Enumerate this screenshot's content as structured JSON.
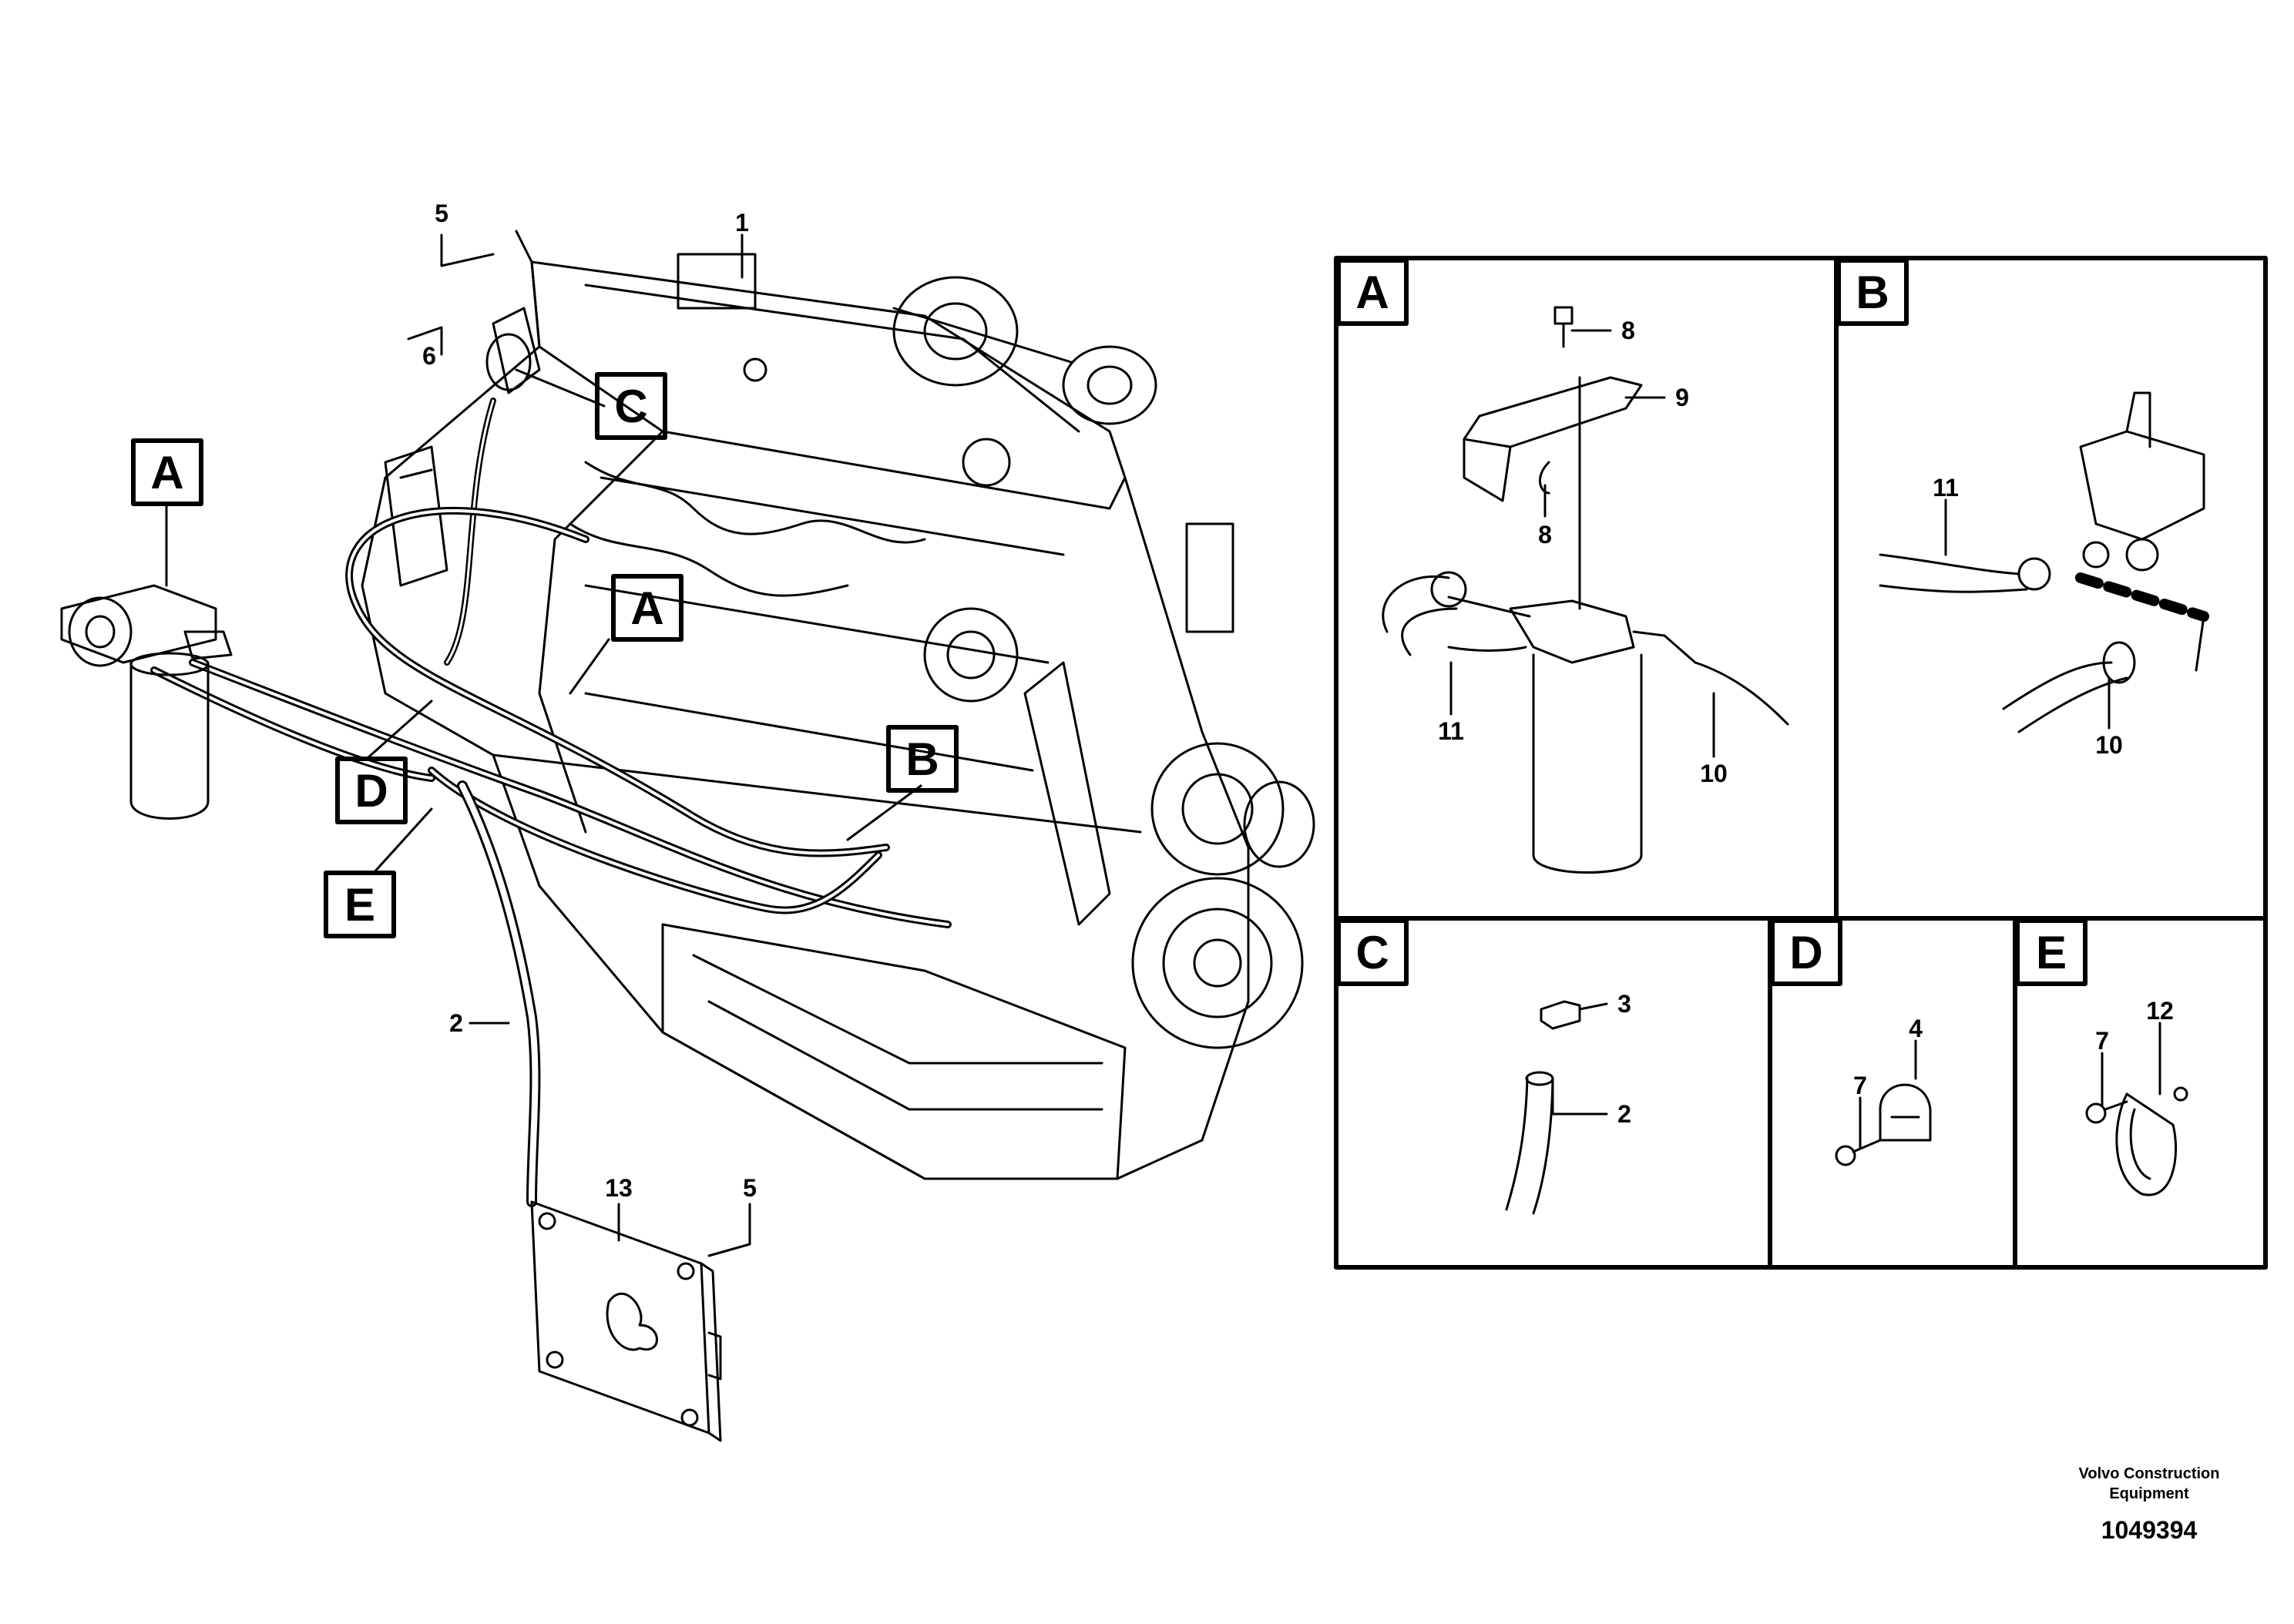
{
  "main_view": {
    "callouts": {
      "c1": "1",
      "c2": "2",
      "c5_top": "5",
      "c6": "6",
      "c13": "13",
      "c5_bottom": "5"
    },
    "view_refs": {
      "A_left": "A",
      "A_mid": "A",
      "B": "B",
      "C": "C",
      "D": "D",
      "E": "E"
    }
  },
  "detail_views": {
    "A": {
      "title": "A",
      "callouts": {
        "c8_top": "8",
        "c9": "9",
        "c8_bottom": "8",
        "c11": "11",
        "c10": "10"
      }
    },
    "B": {
      "title": "B",
      "callouts": {
        "c11": "11",
        "c10": "10"
      }
    },
    "C": {
      "title": "C",
      "callouts": {
        "c3": "3",
        "c2": "2"
      }
    },
    "D": {
      "title": "D",
      "callouts": {
        "c4": "4",
        "c7": "7"
      }
    },
    "E": {
      "title": "E",
      "callouts": {
        "c12": "12",
        "c7": "7"
      }
    }
  },
  "footer": {
    "credit_line1": "Volvo Construction",
    "credit_line2": "Equipment",
    "document_number": "1049394"
  }
}
